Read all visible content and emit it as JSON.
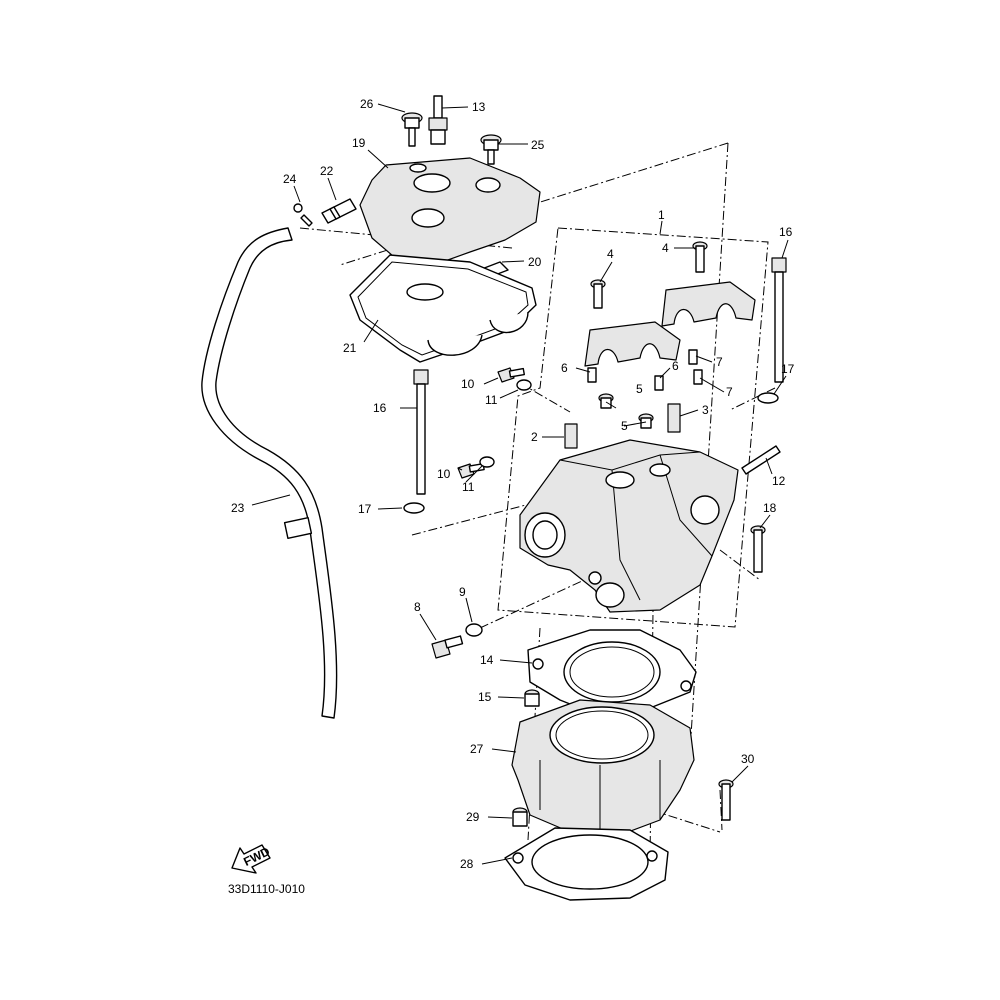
{
  "diagram": {
    "code": "33D1110-J010",
    "fwd_text": "FWD",
    "callouts": [
      {
        "id": "c1",
        "text": "1"
      },
      {
        "id": "c2",
        "text": "2"
      },
      {
        "id": "c3",
        "text": "3"
      },
      {
        "id": "c4a",
        "text": "4"
      },
      {
        "id": "c4b",
        "text": "4"
      },
      {
        "id": "c5a",
        "text": "5"
      },
      {
        "id": "c5b",
        "text": "5"
      },
      {
        "id": "c6a",
        "text": "6"
      },
      {
        "id": "c6b",
        "text": "6"
      },
      {
        "id": "c7a",
        "text": "7"
      },
      {
        "id": "c7b",
        "text": "7"
      },
      {
        "id": "c8",
        "text": "8"
      },
      {
        "id": "c9",
        "text": "9"
      },
      {
        "id": "c10a",
        "text": "10"
      },
      {
        "id": "c10b",
        "text": "10"
      },
      {
        "id": "c11a",
        "text": "11"
      },
      {
        "id": "c11b",
        "text": "11"
      },
      {
        "id": "c12",
        "text": "12"
      },
      {
        "id": "c13",
        "text": "13"
      },
      {
        "id": "c14",
        "text": "14"
      },
      {
        "id": "c15",
        "text": "15"
      },
      {
        "id": "c16a",
        "text": "16"
      },
      {
        "id": "c16b",
        "text": "16"
      },
      {
        "id": "c17a",
        "text": "17"
      },
      {
        "id": "c17b",
        "text": "17"
      },
      {
        "id": "c18",
        "text": "18"
      },
      {
        "id": "c19",
        "text": "19"
      },
      {
        "id": "c20",
        "text": "20"
      },
      {
        "id": "c21",
        "text": "21"
      },
      {
        "id": "c22",
        "text": "22"
      },
      {
        "id": "c23",
        "text": "23"
      },
      {
        "id": "c24",
        "text": "24"
      },
      {
        "id": "c25",
        "text": "25"
      },
      {
        "id": "c26",
        "text": "26"
      },
      {
        "id": "c27",
        "text": "27"
      },
      {
        "id": "c28",
        "text": "28"
      },
      {
        "id": "c29",
        "text": "29"
      },
      {
        "id": "c30",
        "text": "30"
      }
    ]
  }
}
